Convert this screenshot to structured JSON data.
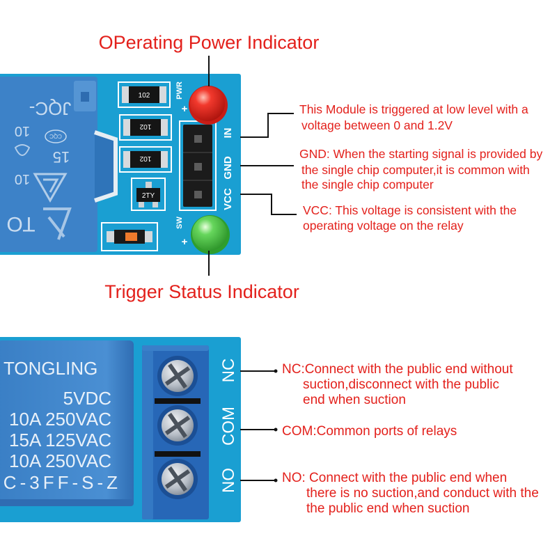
{
  "titles": {
    "power_indicator": "OPerating Power Indicator",
    "trigger_indicator": "Trigger Status Indicator"
  },
  "top_notes": {
    "in": [
      "This Module is triggered at low level with a",
      "voltage between 0 and 1.2V"
    ],
    "gnd": [
      "GND: When the starting signal is provided by",
      "the single chip computer,it is common with",
      "the single chip computer"
    ],
    "vcc": [
      "VCC: This voltage is consistent with the",
      "operating voltage on the relay"
    ]
  },
  "top_board": {
    "pin_labels": [
      "IN",
      "GND",
      "VCC"
    ],
    "pwr_label": "PWR",
    "pwr_plus": "+",
    "sw_label": "SW",
    "sw_plus": "+",
    "resistor_codes": [
      "102",
      "102",
      "102"
    ],
    "transistor_code": "2TY",
    "relay_marks": [
      "JQC-",
      "10",
      "CQC",
      "15",
      "10",
      "TO"
    ]
  },
  "bottom_board": {
    "relay_marks": [
      "TONGLING",
      "5VDC",
      "10A 250VAC",
      "15A 125VAC",
      "10A 250VAC",
      "C-3FF-S-Z"
    ],
    "terminal_labels": [
      "NC",
      "COM",
      "NO"
    ]
  },
  "bottom_notes": {
    "nc": [
      "NC:Connect with the public end without",
      "suction,disconnect with the public",
      "end when suction"
    ],
    "com": [
      "COM:Common ports of relays"
    ],
    "no": [
      "NO: Connect with the public end when",
      "there is no suction,and conduct with the",
      "the public end when suction"
    ]
  },
  "colors": {
    "annotation_text": "#e3201b",
    "pcb": "#1a9fd2",
    "relay": "#3d82c8",
    "terminal_block": "#2767b7",
    "power_led": "#c81d16",
    "trigger_led": "#2f9e2c"
  }
}
